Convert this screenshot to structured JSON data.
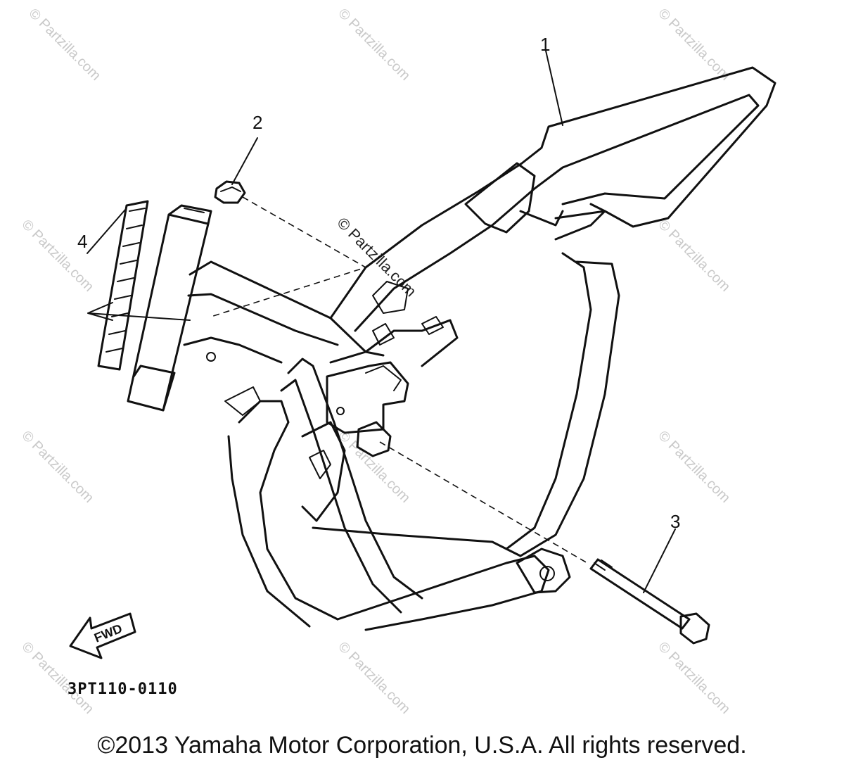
{
  "callouts": {
    "c1": "1",
    "c2": "2",
    "c3": "3",
    "c4": "4"
  },
  "fwd_label": "FWD",
  "part_code": "3PT110-0110",
  "watermark": "© Partzilla.com",
  "copyright": "©2013 Yamaha Motor Corporation, U.S.A. All rights reserved.",
  "parts": [
    {
      "ref": "1",
      "name": "frame"
    },
    {
      "ref": "2",
      "name": "nut"
    },
    {
      "ref": "3",
      "name": "bolt"
    },
    {
      "ref": "4",
      "name": "label"
    }
  ]
}
